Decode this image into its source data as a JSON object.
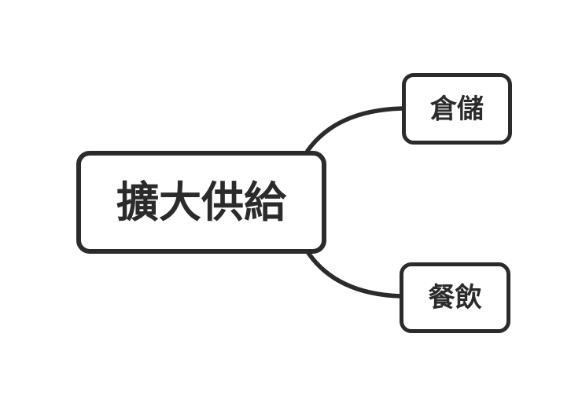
{
  "colors": {
    "background": "#ffffff",
    "stroke": "#2b2b2b",
    "node_fill": "#ffffff",
    "text": "#2b2b2b"
  },
  "mindmap": {
    "root": {
      "label": "擴大供給"
    },
    "children": [
      {
        "label": "倉儲"
      },
      {
        "label": "餐飲"
      }
    ]
  }
}
